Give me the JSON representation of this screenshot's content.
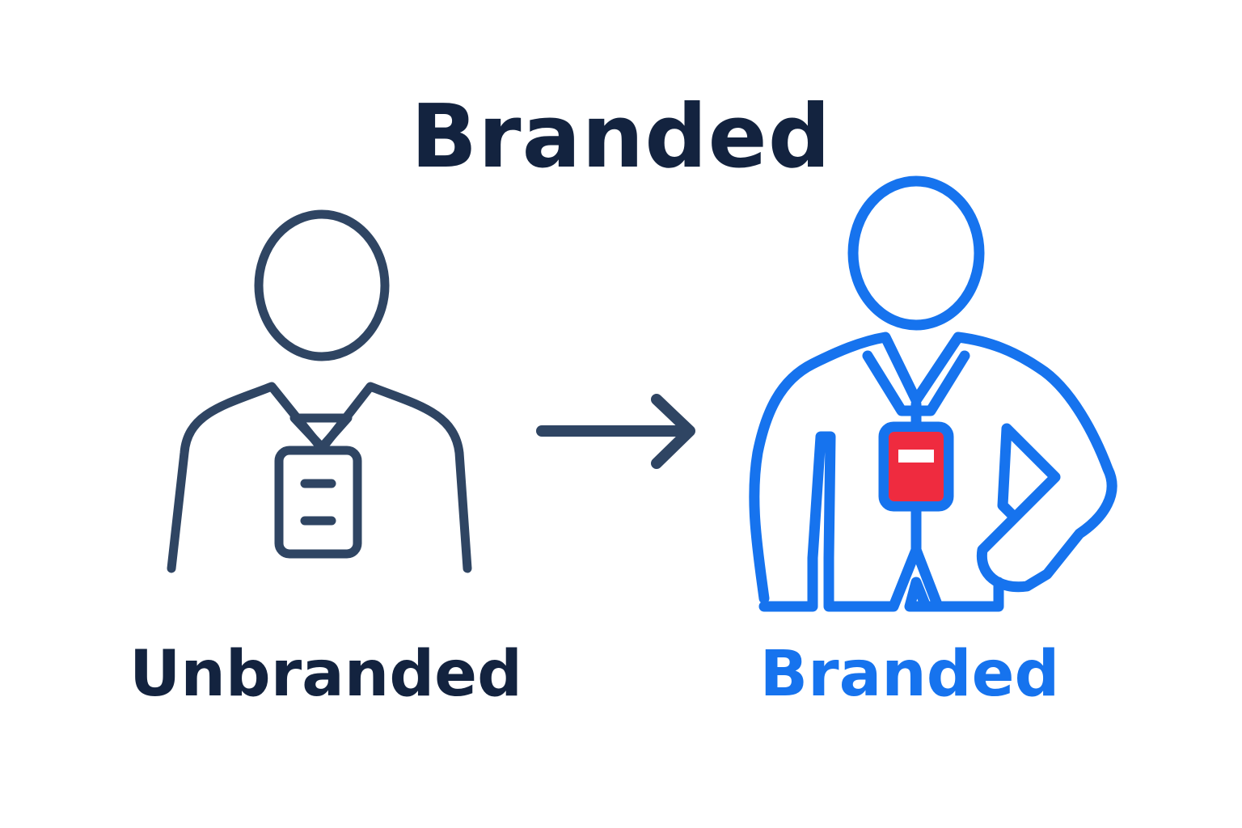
{
  "title": "Branded",
  "left": {
    "caption": "Unbranded",
    "icon": "person-with-lanyard-badge-icon",
    "color": "#2f4563"
  },
  "arrow": {
    "icon": "right-arrow-icon",
    "color": "#2f4563"
  },
  "right": {
    "caption": "Branded",
    "icon": "branded-person-with-red-badge-icon",
    "color": "#1673ee",
    "badge_color": "#ef2b3f"
  },
  "colors": {
    "title": "#13233f",
    "left_caption": "#13233f",
    "right_caption": "#1673ee",
    "background": "#ffffff"
  }
}
